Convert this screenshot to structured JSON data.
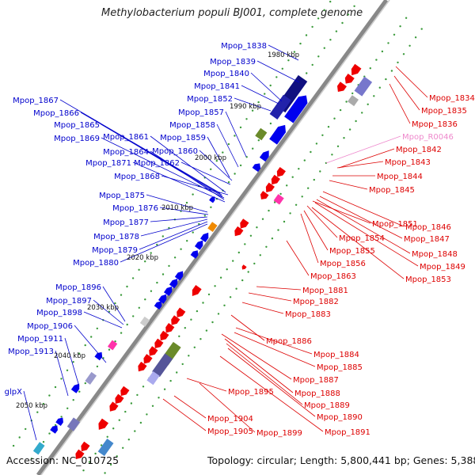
{
  "header": {
    "title": "Methylobacterium populi BJ001, complete genome"
  },
  "footer": {
    "accession": "Accession: NC_010725",
    "topology": "Topology: circular; Length: 5,800,441 bp; Genes: 5,388"
  },
  "colors": {
    "forward_label": "#0000cc",
    "reverse_label": "#dd0000",
    "rna_label": "#ee88cc",
    "backbone": "#888888",
    "dots": "#3a9a3a",
    "forward_gene": "#0000ee",
    "reverse_gene": "#ee0000"
  },
  "scale_labels": [
    "1980 kbp",
    "1990 kbp",
    "2000 kbp",
    "2010 kbp",
    "2020 kbp",
    "2030 kbp",
    "2040 kbp",
    "2050 kbp"
  ],
  "forward_labels": [
    "Mpop_1838",
    "Mpop_1839",
    "Mpop_1840",
    "Mpop_1841",
    "Mpop_1852",
    "Mpop_1867",
    "Mpop_1857",
    "Mpop_1866",
    "Mpop_1858",
    "Mpop_1865",
    "Mpop_1861",
    "Mpop_1859",
    "Mpop_1869",
    "Mpop_1864",
    "Mpop_1860",
    "Mpop_1871",
    "Mpop_1862",
    "Mpop_1868",
    "Mpop_1875",
    "Mpop_1876",
    "Mpop_1877",
    "Mpop_1878",
    "Mpop_1879",
    "Mpop_1880",
    "Mpop_1896",
    "Mpop_1897",
    "Mpop_1898",
    "Mpop_1906",
    "Mpop_1911",
    "Mpop_1913",
    "glpX"
  ],
  "reverse_labels": [
    "Mpop_1834",
    "Mpop_1835",
    "Mpop_1836",
    "Mpop_1842",
    "Mpop_1843",
    "Mpop_1844",
    "Mpop_1845",
    "Mpop_1851",
    "Mpop_1846",
    "Mpop_1854",
    "Mpop_1847",
    "Mpop_1855",
    "Mpop_1848",
    "Mpop_1849",
    "Mpop_1856",
    "Mpop_1863",
    "Mpop_1853",
    "Mpop_1881",
    "Mpop_1882",
    "Mpop_1883",
    "Mpop_1886",
    "Mpop_1884",
    "Mpop_1885",
    "Mpop_1887",
    "Mpop_1895",
    "Mpop_1888",
    "Mpop_1889",
    "Mpop_1890",
    "Mpop_1904",
    "Mpop_1891",
    "Mpop_1905",
    "Mpop_1899"
  ],
  "rna_labels": [
    "Mpop_R0046"
  ]
}
